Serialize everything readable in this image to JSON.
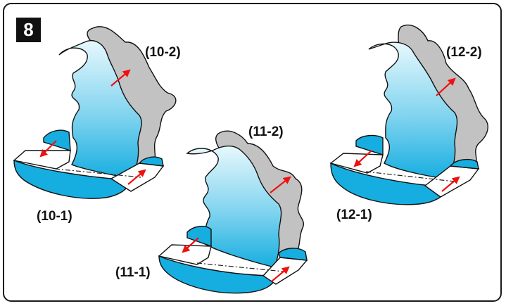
{
  "figure_number": "8",
  "labels": {
    "a1": "(10-1)",
    "a2": "(10-2)",
    "b1": "(11-1)",
    "b2": "(11-2)",
    "c1": "(12-1)",
    "c2": "(12-2)"
  },
  "colors": {
    "blue_fill": "#16aee0",
    "blue_light": "#e7f8fd",
    "gray_fill": "#c2c2c2",
    "arrow": "#ee1111",
    "outline": "#111111"
  }
}
